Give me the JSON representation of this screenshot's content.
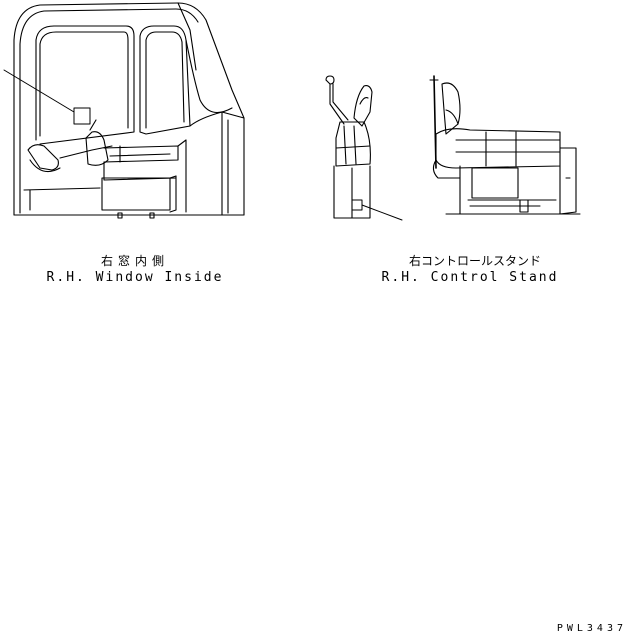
{
  "figures": [
    {
      "caption_jp": "右窓内側",
      "caption_en": "R.H. Window Inside"
    },
    {
      "caption_jp": "右コントロールスタンド",
      "caption_en": "R.H. Control Stand"
    }
  ],
  "drawing_code": "PWL3437"
}
